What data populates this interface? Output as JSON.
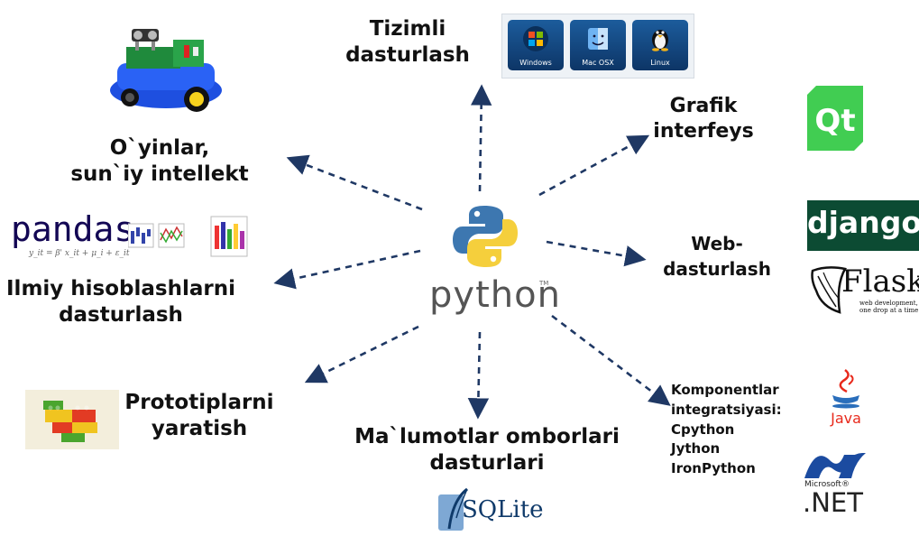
{
  "center": {
    "logo_text": "python",
    "tm": "TM"
  },
  "labels": {
    "sistem": [
      "Tizimli",
      "dasturlash"
    ],
    "games": [
      "O`yinlar,",
      "sun`iy intellekt"
    ],
    "grafik": [
      "Grafik",
      "interfeys"
    ],
    "web": [
      "Web-",
      "dasturlash"
    ],
    "ilmiy": [
      "Ilmiy hisoblashlarni",
      "dasturlash"
    ],
    "proto": [
      "Prototiplarni",
      "yaratish"
    ],
    "db": [
      "Ma`lumotlar omborlari",
      "dasturlari"
    ],
    "comp": [
      "Komponentlar",
      "integratsiyasi:",
      "Cpython",
      "Jython",
      "IronPython"
    ]
  },
  "os_tiles": [
    "Windows",
    "Mac OSX",
    "Linux"
  ],
  "logos": {
    "qt": "Qt",
    "django": "django",
    "flask": "Flask",
    "flask_tag1": "web development,",
    "flask_tag2": "one drop at a time",
    "pandas": "pandas",
    "pandas_formula": "y_it = β' x_it + μ_i + ε_it",
    "java": "Java",
    "microsoft": "Microsoft®",
    "net": ".NET",
    "sqlite": "SQLite"
  },
  "colors": {
    "arrow": "#1f3864",
    "django_bg": "#0c4b33",
    "qt_green": "#41cd52"
  }
}
